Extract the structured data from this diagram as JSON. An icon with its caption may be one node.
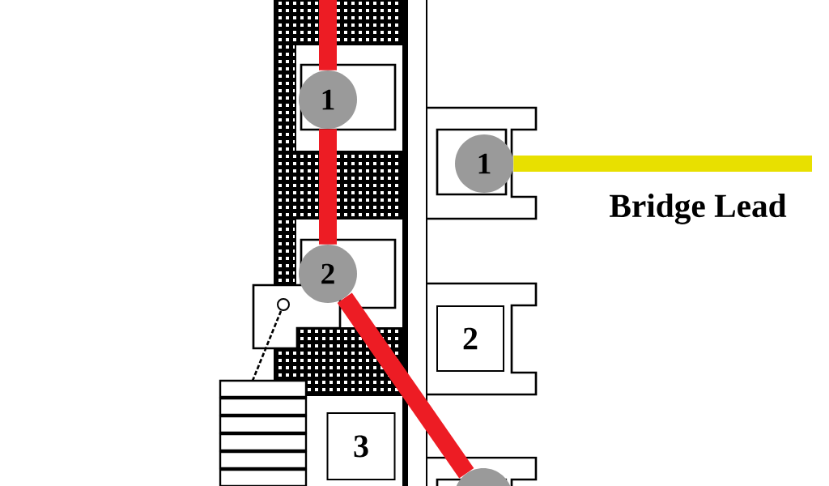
{
  "diagram": {
    "nodes": [
      {
        "text": [
          "1"
        ]
      },
      {
        "text": [
          "2"
        ]
      },
      {
        "text": [
          "1"
        ]
      },
      {
        "text": [
          "2"
        ]
      },
      {
        "text": [
          "3"
        ]
      },
      {
        "text": [],
        "shape": "circle"
      }
    ],
    "edges": [
      {
        "from": null,
        "to": 0,
        "arrow": "none",
        "color": "#ed1c24"
      },
      {
        "from": 0,
        "to": 1,
        "arrow": "none",
        "color": "#ed1c24"
      },
      {
        "from": 1,
        "to": 5,
        "arrow": "none",
        "color": "#ed1c24"
      },
      {
        "from": 2,
        "to": null,
        "arrow": "none",
        "color": "#e8e000",
        "label": "Bridge Lead"
      }
    ]
  }
}
